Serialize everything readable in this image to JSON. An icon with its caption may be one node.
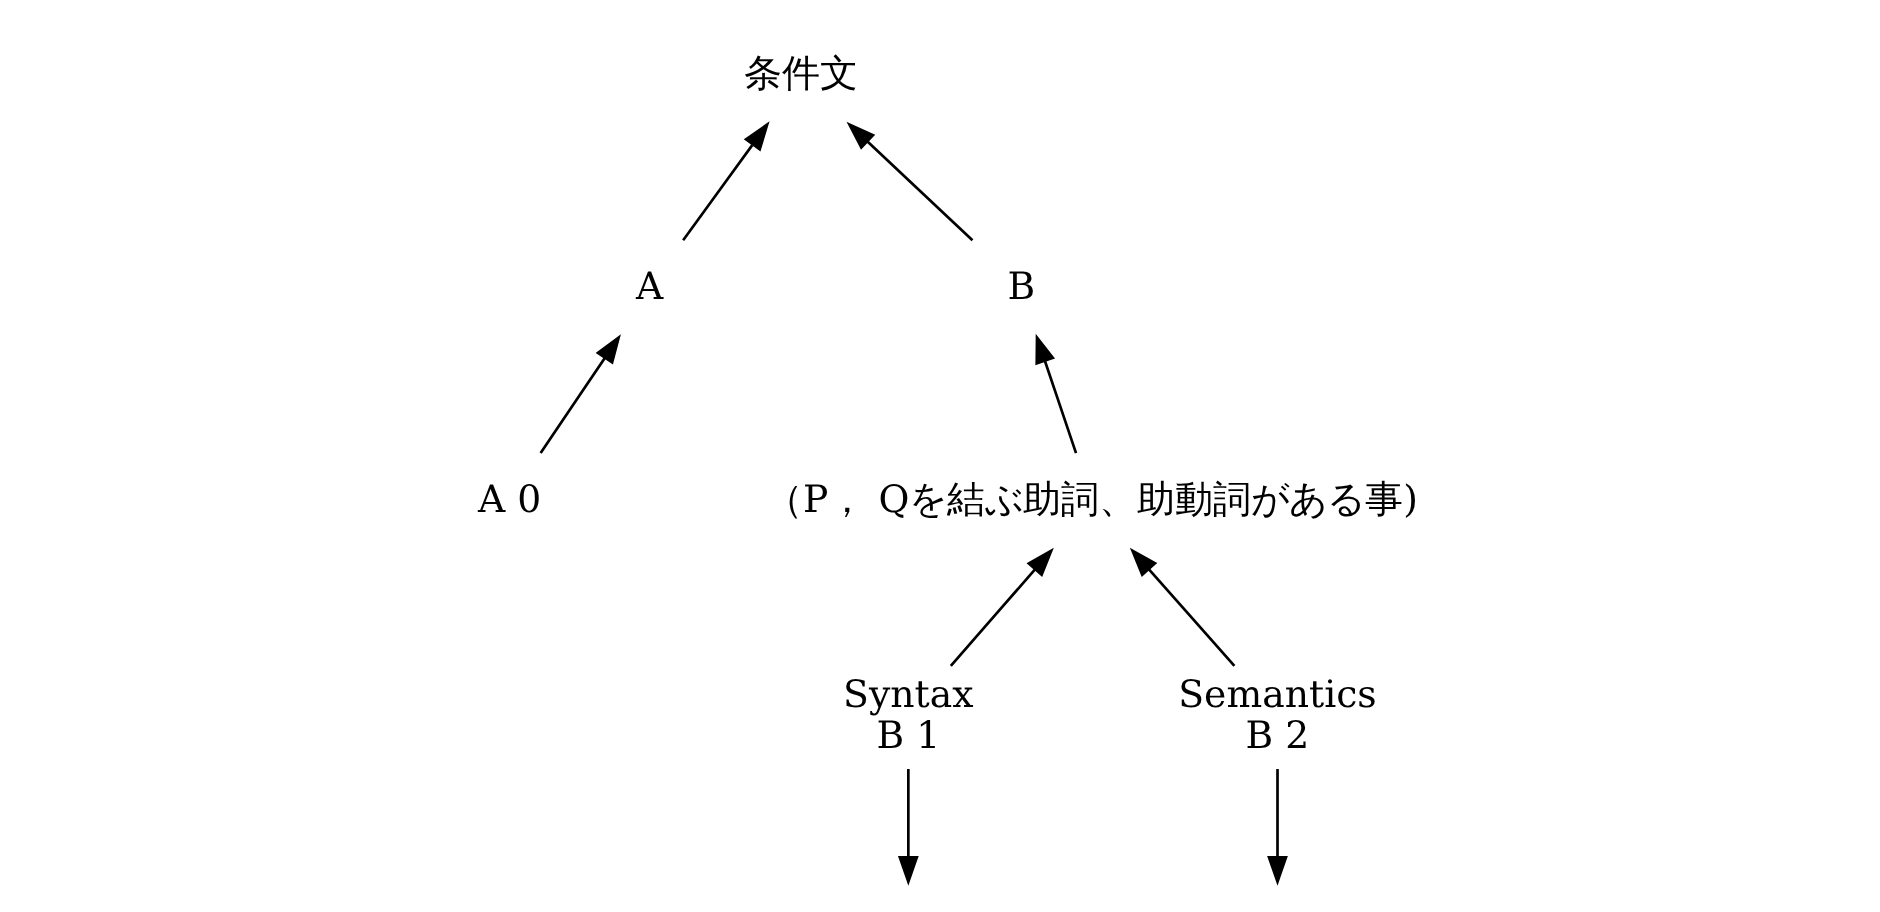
{
  "diagram": {
    "nodes": [
      {
        "text": [
          "条件文"
        ]
      },
      {
        "text": [
          "A"
        ]
      },
      {
        "text": [
          "B"
        ]
      },
      {
        "text": [
          "A 0"
        ]
      },
      {
        "text": [
          "（P， Qを結ぶ助詞、助動詞がある事)"
        ]
      },
      {
        "text": [
          "Syntax",
          "B 1"
        ]
      },
      {
        "text": [
          "Semantics",
          "B 2"
        ]
      }
    ],
    "edges": [
      {
        "from": 1,
        "to": 0,
        "arrow": "to"
      },
      {
        "from": 2,
        "to": 0,
        "arrow": "to"
      },
      {
        "from": 3,
        "to": 1,
        "arrow": "to"
      },
      {
        "from": 4,
        "to": 2,
        "arrow": "to"
      },
      {
        "from": 5,
        "to": 4,
        "arrow": "to"
      },
      {
        "from": 6,
        "to": 4,
        "arrow": "to"
      },
      {
        "from": 5,
        "to": null,
        "arrow": "to"
      },
      {
        "from": 6,
        "to": null,
        "arrow": "to"
      }
    ]
  }
}
